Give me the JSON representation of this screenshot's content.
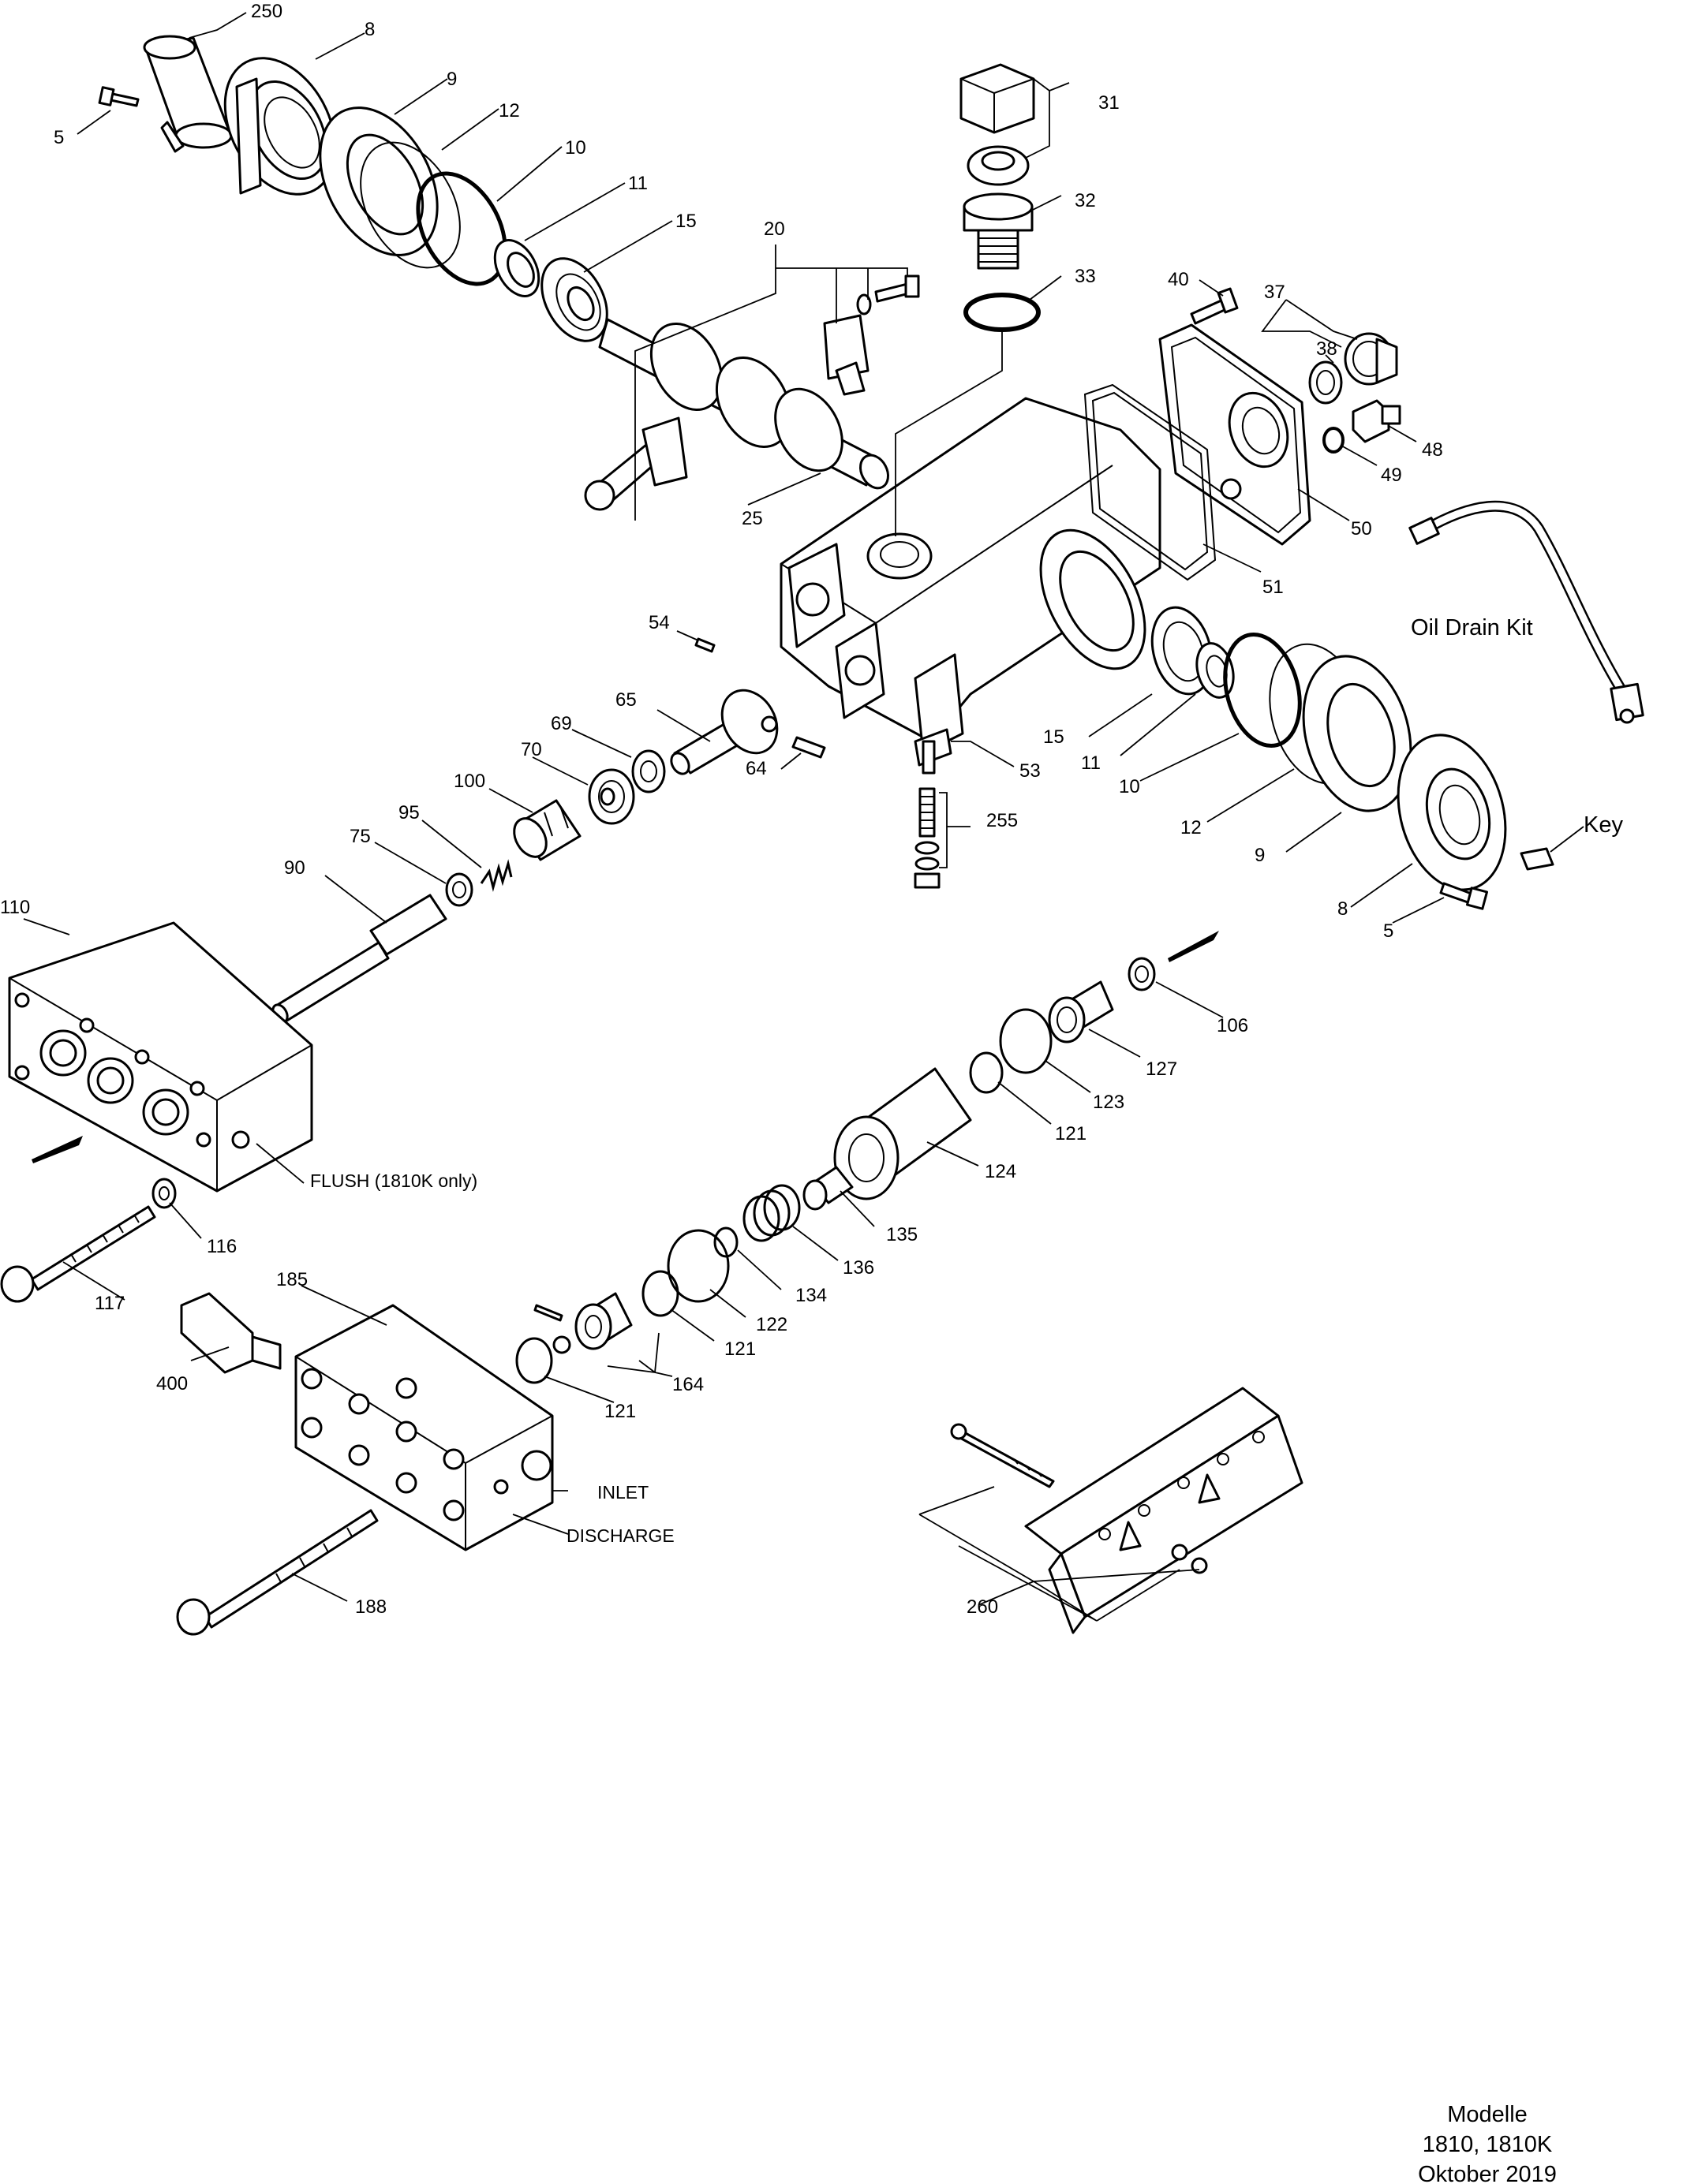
{
  "labels": {
    "l250": "250",
    "l8": "8",
    "l9": "9",
    "l12": "12",
    "l10": "10",
    "l11": "11",
    "l15": "15",
    "l20": "20",
    "l31": "31",
    "l32": "32",
    "l33": "33",
    "l40": "40",
    "l37": "37",
    "l38": "38",
    "l48": "48",
    "l49": "49",
    "l50": "50",
    "l51": "51",
    "l25": "25",
    "l5": "5",
    "l54": "54",
    "l65": "65",
    "l69": "69",
    "l70": "70",
    "l64": "64",
    "l53": "53",
    "l100": "100",
    "l95": "95",
    "l75": "75",
    "l90": "90",
    "l255": "255",
    "l15b": "15",
    "l11b": "11",
    "l10b": "10",
    "l12b": "12",
    "l9b": "9",
    "l8b": "8",
    "l5b": "5",
    "l110": "110",
    "l106": "106",
    "l127": "127",
    "l123": "123",
    "l121a": "121",
    "l124": "124",
    "l135": "135",
    "l136": "136",
    "l134": "134",
    "l122": "122",
    "l121b": "121",
    "l164": "164",
    "l121c": "121",
    "l116": "116",
    "l117": "117",
    "l185": "185",
    "l400": "400",
    "l188": "188",
    "l260": "260"
  },
  "notes": {
    "oil_drain_kit": "Oil Drain Kit",
    "key": "Key",
    "flush": "FLUSH (1810K only)",
    "inlet": "INLET",
    "discharge": "DISCHARGE"
  },
  "footer": {
    "line1": "Modelle",
    "line2": "1810, 1810K",
    "line3": "Oktober 2019"
  }
}
